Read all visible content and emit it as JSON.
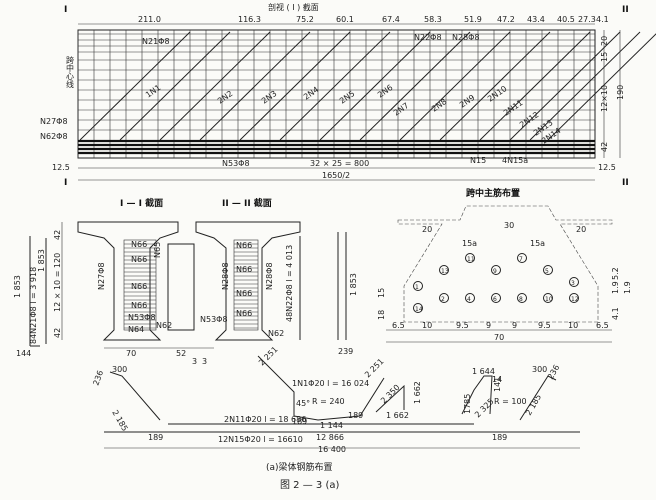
{
  "elevation": {
    "top_label": "剖视 ( I ) 截面",
    "section_marks": [
      "I",
      "II",
      "I",
      "II"
    ],
    "centerline_label": "跨中心线",
    "top_dims": [
      "211.0",
      "116.3",
      "75.2",
      "60.1",
      "67.4",
      "58.3",
      "51.9",
      "47.2",
      "43.4",
      "40.5",
      "27.3",
      "4.1"
    ],
    "right_dims": [
      "20",
      "15",
      "12×10",
      "190",
      "42"
    ],
    "bar_labels": [
      "N21Φ8",
      "N22Φ8",
      "N28Φ8",
      "N27Φ8",
      "N62Φ8",
      "N53Φ8",
      "N15",
      "4N15a"
    ],
    "diag_labels": [
      "1N1",
      "2N2",
      "2N3",
      "2N4",
      "2N5",
      "2N6",
      "2N7",
      "2N8",
      "2N9",
      "2N10",
      "2N11",
      "2N12",
      "2N13",
      "2N14"
    ],
    "bottom_left": "12.5",
    "bottom_right": "12.5",
    "stirrup_dim": "32 × 25 = 800",
    "half_span": "1650/2"
  },
  "section_I": {
    "title": "I — I 截面",
    "labels": [
      "N66",
      "N66",
      "N66",
      "N66",
      "N27Φ8",
      "N53Φ8",
      "N62",
      "N65",
      "N64"
    ],
    "left_dims": [
      "42",
      "12 × 10 = 120",
      "42",
      "1 853",
      "84N21Φ8 l = 3 918",
      "144"
    ],
    "bottom_dims": [
      "70",
      "52",
      "3",
      "3"
    ]
  },
  "section_II": {
    "title": "II — II 截面",
    "labels": [
      "N66",
      "N66",
      "N66",
      "N66",
      "N28Φ8",
      "N53Φ8",
      "N62"
    ],
    "side_dims": [
      "48N22Φ8 l = 4 013",
      "1 853",
      "239"
    ]
  },
  "midspan": {
    "title": "跨中主筋布置",
    "top_dims": [
      "20",
      "30",
      "20"
    ],
    "labels": [
      "15a",
      "15a"
    ],
    "right_dims": [
      "5.2",
      "1.9",
      "1.9",
      "4.1"
    ],
    "left_dims": [
      "15",
      "18"
    ],
    "bottom_dims": [
      "6.5",
      "10",
      "9.5",
      "9",
      "9",
      "9.5",
      "10",
      "6.5"
    ],
    "total": "70",
    "bar_numbers": [
      "13",
      "11",
      "9",
      "7",
      "5",
      "3",
      "1",
      "2",
      "4",
      "6",
      "8",
      "10",
      "12",
      "14"
    ]
  },
  "bent_bars": {
    "left_small": [
      "300",
      "236",
      "2 185"
    ],
    "n1": "1N1Φ20 l = 16 024",
    "n1_dims": [
      "2 251",
      "2 251",
      "45°",
      "R = 240",
      "189",
      "1 144",
      "189",
      "2 350",
      "1 662",
      "1 662"
    ],
    "n11": "2N11Φ20 l = 18 686",
    "n15": "12N15Φ20 l = 16610",
    "bottom_dims": [
      "189",
      "12 866",
      "189"
    ],
    "total": "16 400",
    "right_hook": [
      "1 644",
      "14",
      "141",
      "1785",
      "2 325",
      "R = 100",
      "300",
      "236",
      "2 185"
    ]
  },
  "caption": "(a)梁体钢筋布置",
  "figure_number": "图  2 — 3 (a)"
}
